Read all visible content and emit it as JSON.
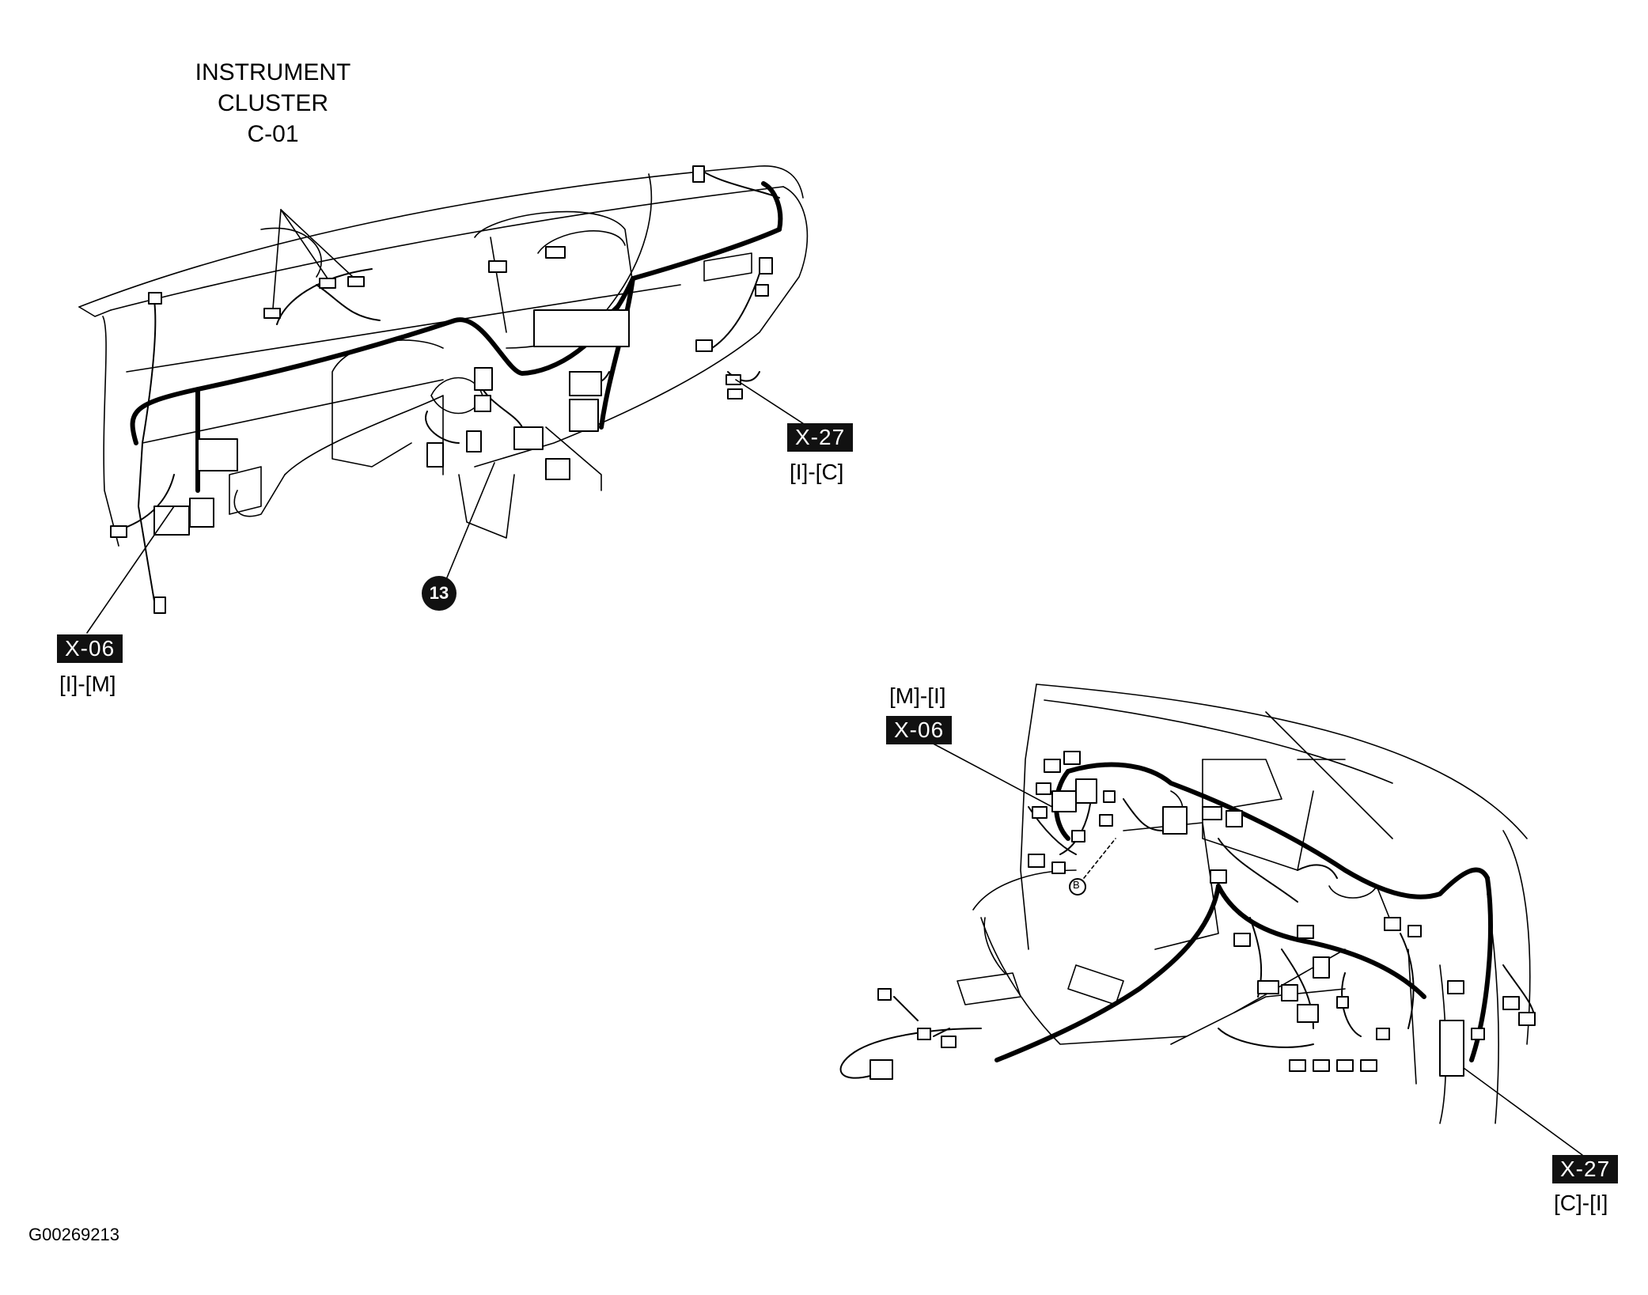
{
  "upper_view": {
    "instrument_cluster": {
      "line1": "INSTRUMENT",
      "line2": "CLUSTER",
      "line3": "C-01"
    },
    "x27": {
      "tag": "X-27",
      "pins": "[I]-[C]"
    },
    "x06": {
      "tag": "X-06",
      "pins": "[I]-[M]"
    },
    "badge_13": "13"
  },
  "lower_view": {
    "x06": {
      "tag": "X-06",
      "pins": "[M]-[I]"
    },
    "x27": {
      "tag": "X-27",
      "pins": "[C]-[I]"
    },
    "ground_b": "B"
  },
  "figure_id": "G00269213"
}
